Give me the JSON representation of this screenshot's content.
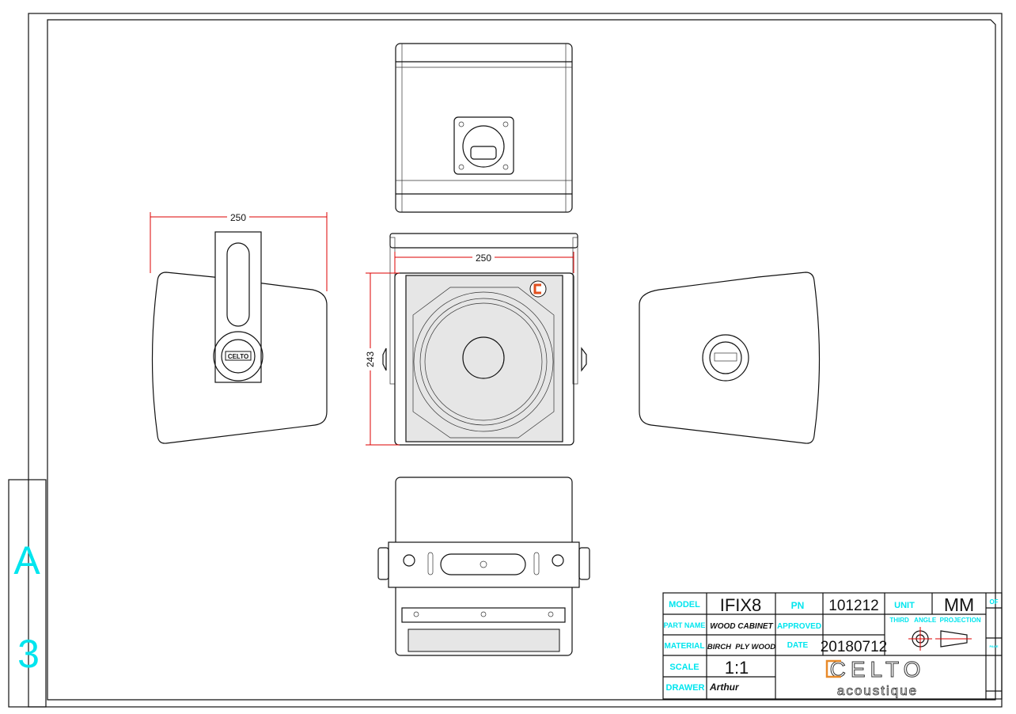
{
  "sheet": {
    "size_letter": "A",
    "size_number": "3"
  },
  "dimensions": {
    "side_width": "250",
    "front_width": "250",
    "front_height": "243"
  },
  "title_block": {
    "model_label": "MODEL",
    "model": "IFIX8",
    "pn_label": "PN",
    "pn": "101212",
    "unit_label": "UNIT",
    "unit": "MM",
    "of_label": "OF",
    "page_label": "PAGE",
    "part_name_label": "PART NAME",
    "part_name": "WOOD CABINET",
    "approved_label": "APPROVED",
    "approved": "",
    "projection_label": "THIRD   ANGLE  PROJECTION",
    "material_label": "MATERIAL",
    "material": "BIRCH  PLY WOOD",
    "date_label": "DATE",
    "date": "20180712",
    "scale_label": "SCALE",
    "scale": "1:1",
    "drawer_label": "DRAWER",
    "drawer": "Arthur",
    "logo_main": "CELTO",
    "logo_sub": "acoustique",
    "badge_text": "CELTO"
  },
  "colors": {
    "label": "#00e5ee",
    "dimension": "#dd0000",
    "logo_accent": "#e88a2a"
  }
}
